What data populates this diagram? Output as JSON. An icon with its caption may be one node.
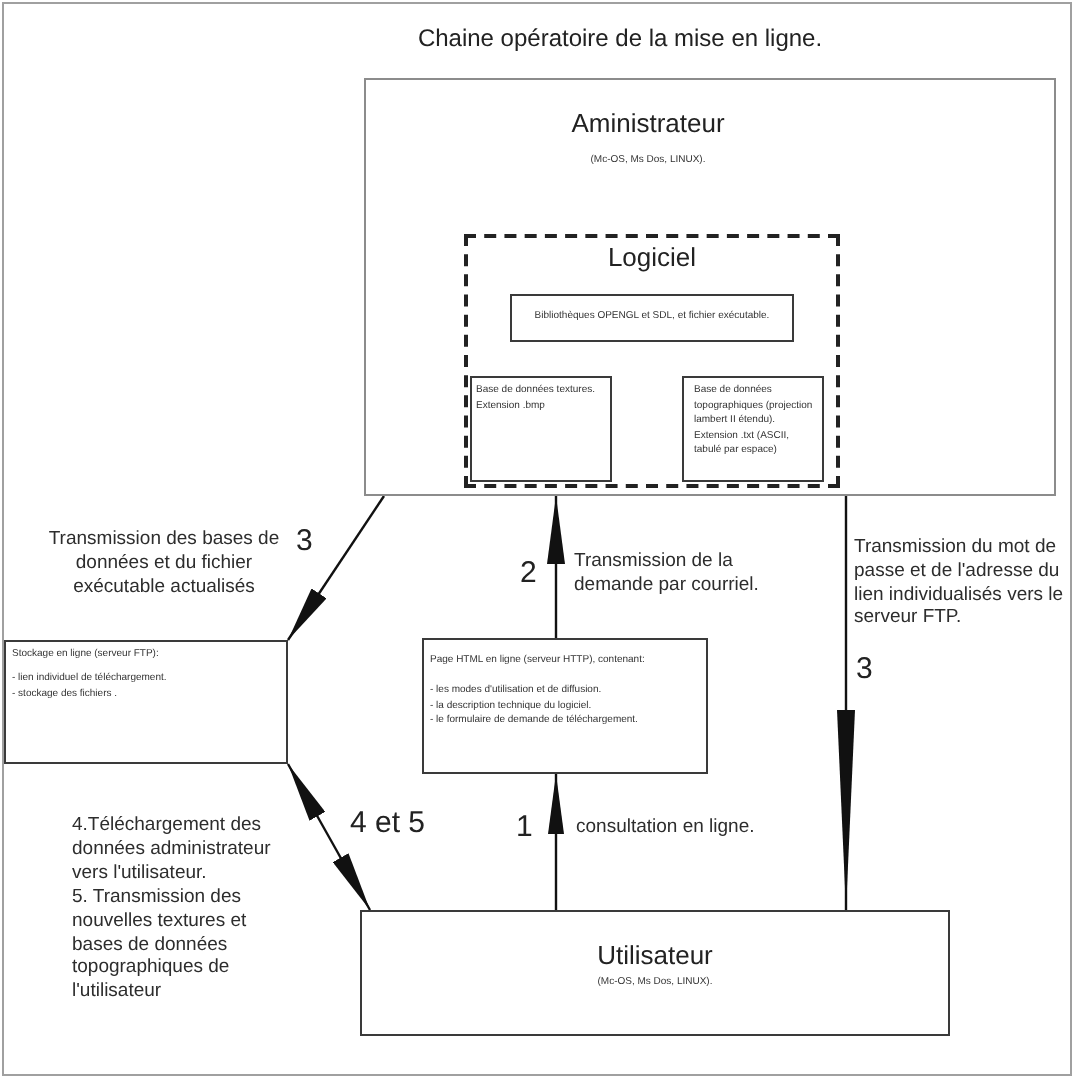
{
  "diagram": {
    "title": "Chaine opératoire de la mise en ligne.",
    "nodes": [
      {
        "text": [
          "Aministrateur",
          "(Mc-OS, Ms Dos, LINUX)."
        ]
      },
      {
        "text": [
          "Logiciel"
        ],
        "in": 0
      },
      {
        "text": [
          "Bibliothèques OPENGL et SDL, et fichier exécutable."
        ],
        "in": 1
      },
      {
        "text": [
          "Base de données textures. Extension .bmp"
        ],
        "in": 1
      },
      {
        "text": [
          "Base de données topographiques (projection lambert II étendu). Extension .txt (ASCII, tabulé par espace)"
        ],
        "in": 1
      },
      {
        "text": [
          "Stockage en ligne (serveur FTP):",
          "- lien individuel de téléchargement.",
          "- stockage des fichiers ."
        ]
      },
      {
        "text": [
          "Page HTML en ligne (serveur HTTP), contenant:",
          "- les modes d'utilisation et de diffusion.",
          "- la description technique du logiciel.",
          "- le formulaire de demande de téléchargement."
        ]
      },
      {
        "text": [
          "Utilisateur",
          "(Mc-OS, Ms Dos, LINUX)."
        ]
      }
    ],
    "edges": [
      {
        "from": 7,
        "to": 6,
        "arrow": "to",
        "label": "1"
      },
      {
        "from": 6,
        "to": 0,
        "arrow": "to",
        "label": "2"
      },
      {
        "from": 0,
        "to": 5,
        "arrow": "to",
        "label": "3"
      },
      {
        "from": 0,
        "to": 7,
        "arrow": "to",
        "label": "3"
      },
      {
        "from": 5,
        "to": 7,
        "arrow": "both",
        "label": "4 et 5"
      }
    ],
    "labels": [
      "Transmission des bases de données et du fichier exécutable actualisés",
      "Transmission de la demande par courriel.",
      "Transmission du mot de passe et de l'adresse du lien individualisés vers le serveur FTP.",
      "consultation en ligne.",
      "4.Téléchargement des données administrateur vers l'utilisateur.",
      "5. Transmission des nouvelles textures et bases de données topographiques de l'utilisateur"
    ]
  }
}
